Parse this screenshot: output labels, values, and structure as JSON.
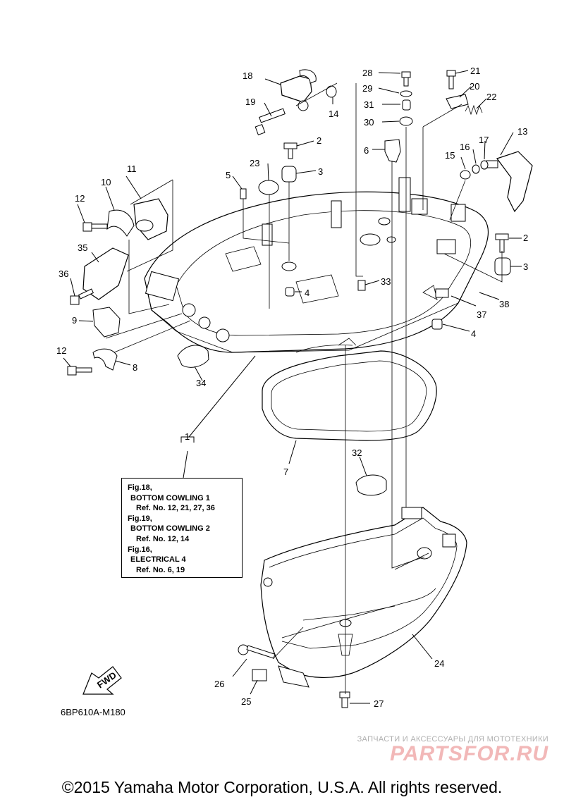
{
  "diagram": {
    "code": "6BP610A-M180",
    "fwd_label": "FWD",
    "callouts": [
      "1",
      "2",
      "3",
      "4",
      "5",
      "6",
      "7",
      "8",
      "9",
      "10",
      "11",
      "12",
      "13",
      "14",
      "15",
      "16",
      "17",
      "18",
      "19",
      "20",
      "21",
      "22",
      "23",
      "24",
      "25",
      "26",
      "27",
      "28",
      "29",
      "30",
      "31",
      "32",
      "33",
      "34",
      "35",
      "36",
      "37",
      "38"
    ]
  },
  "ref_box": {
    "lines": [
      {
        "text": "Fig.18,",
        "indent": 0
      },
      {
        "text": "BOTTOM COWLING 1",
        "indent": 1
      },
      {
        "text": "Ref. No. 12, 21, 27, 36",
        "indent": 2
      },
      {
        "text": "Fig.19,",
        "indent": 0
      },
      {
        "text": "BOTTOM COWLING 2",
        "indent": 1
      },
      {
        "text": "Ref. No. 12, 14",
        "indent": 2
      },
      {
        "text": "Fig.16,",
        "indent": 0
      },
      {
        "text": "ELECTRICAL 4",
        "indent": 1
      },
      {
        "text": "Ref. No. 6, 19",
        "indent": 2
      }
    ]
  },
  "watermark": {
    "subtitle": "ЗАПЧАСТИ И АКСЕССУАРЫ ДЛЯ МОТОТЕХНИКИ",
    "logo": "PARTSFOR.RU"
  },
  "copyright": "©2015 Yamaha Motor Corporation, U.S.A. All rights reserved."
}
